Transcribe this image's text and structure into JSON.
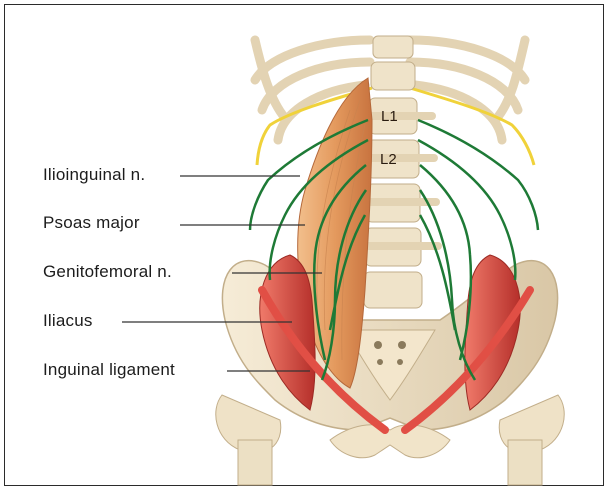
{
  "diagram": {
    "labels": [
      {
        "id": "ilioinguinal",
        "text": "Ilioinguinal n."
      },
      {
        "id": "psoas",
        "text": "Psoas major"
      },
      {
        "id": "genitofemoral",
        "text": "Genitofemoral n."
      },
      {
        "id": "iliacus",
        "text": "Iliacus"
      },
      {
        "id": "inguinal",
        "text": "Inguinal ligament"
      }
    ],
    "vertebra_labels": [
      "L1",
      "L2"
    ],
    "colors": {
      "bone": "#ede0c6",
      "bone_shadow": "#c9b898",
      "psoas_muscle": "#e8a56c",
      "iliacus_muscle": "#d9483e",
      "nerve": "#1e7a36",
      "subcostal_nerve": "#f0d23a",
      "leader_line": "#333333",
      "frame": "#2b2b2b"
    }
  }
}
